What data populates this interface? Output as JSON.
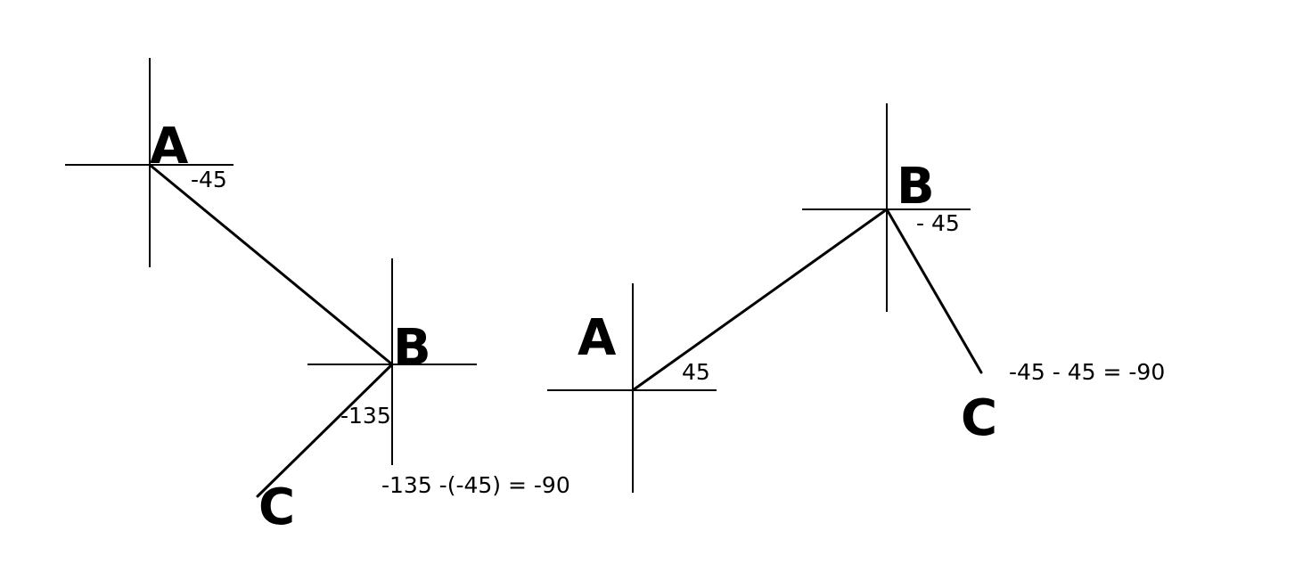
{
  "left_diagram": {
    "points": {
      "a": "A",
      "b": "B",
      "c": "C"
    },
    "angles": {
      "a": "-45",
      "b": "-135"
    },
    "equation": "-135 -(-45) = -90"
  },
  "right_diagram": {
    "points": {
      "a": "A",
      "b": "B",
      "c": "C"
    },
    "angles": {
      "a": "45",
      "b": "- 45"
    },
    "equation": "-45 - 45 = -90"
  },
  "colors": {
    "ink": "#000000",
    "background": "#ffffff"
  }
}
